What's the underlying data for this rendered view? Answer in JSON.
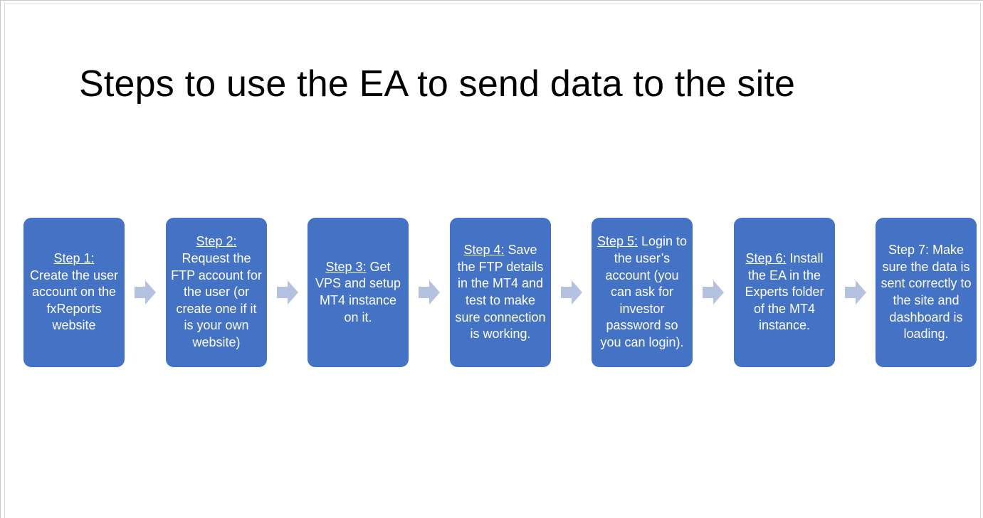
{
  "title": "Steps to use the EA to send data to the site",
  "colors": {
    "box": "#4472c4",
    "box_text": "#ffffff",
    "arrow": "#b4c2e0"
  },
  "steps": [
    {
      "label": "Step 1:",
      "text": "Create the user account on the fxReports website"
    },
    {
      "label": "Step 2:",
      "text": "Request the FTP account for the user (or create one if it is your own website)"
    },
    {
      "label": "Step 3:",
      "text": " Get VPS and setup MT4 instance on it."
    },
    {
      "label": "Step 4:",
      "text": " Save the FTP details in the MT4 and test to make sure connection is working."
    },
    {
      "label": "Step 5:",
      "text": " Login to the user’s account (you can ask for investor password so you can login)."
    },
    {
      "label": "Step 6:",
      "text": " Install the EA in the Experts folder of the MT4 instance."
    },
    {
      "label": "",
      "text": "Step 7: Make sure the data is sent correctly to the site and dashboard is loading."
    }
  ],
  "arrow_icon": "right-arrow-icon"
}
